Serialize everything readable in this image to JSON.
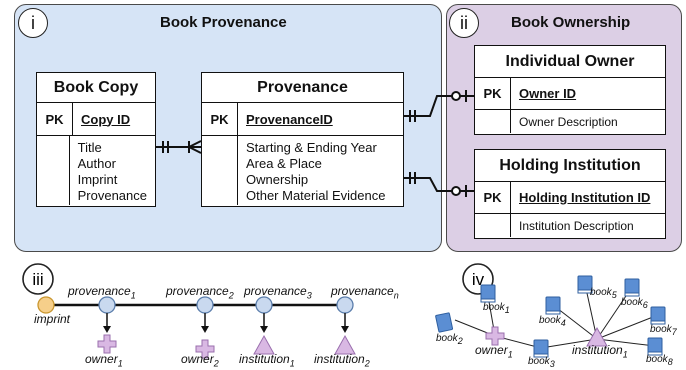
{
  "panels": {
    "provenance": {
      "badge": "i",
      "title": "Book Provenance"
    },
    "ownership": {
      "badge": "ii",
      "title": "Book Ownership"
    },
    "timeline": {
      "badge": "iii"
    },
    "graph": {
      "badge": "iv"
    }
  },
  "tables": {
    "book_copy": {
      "title": "Book Copy",
      "pk": "PK",
      "pk_field": "Copy ID",
      "attrs": [
        "Title",
        "Author",
        "Imprint",
        "Provenance"
      ]
    },
    "provenance": {
      "title": "Provenance",
      "pk": "PK",
      "pk_field": "ProvenanceID",
      "attrs": [
        "Starting & Ending Year",
        "Area & Place",
        "Ownership",
        "Other Material Evidence"
      ]
    },
    "individual_owner": {
      "title": "Individual Owner",
      "pk": "PK",
      "pk_field": "Owner ID",
      "desc": "Owner Description"
    },
    "holding_institution": {
      "title": "Holding Institution",
      "pk": "PK",
      "pk_field": "Holding Institution ID",
      "desc": "Institution Description"
    }
  },
  "timeline": {
    "imprint": "imprint",
    "provenance_labels": [
      {
        "base": "provenance",
        "sub": "1"
      },
      {
        "base": "provenance",
        "sub": "2"
      },
      {
        "base": "provenance",
        "sub": "3"
      },
      {
        "base": "provenance",
        "sub": "n"
      }
    ],
    "actor_labels": [
      {
        "base": "owner",
        "sub": "1"
      },
      {
        "base": "owner",
        "sub": "2"
      },
      {
        "base": "institution",
        "sub": "1"
      },
      {
        "base": "institution",
        "sub": "2"
      }
    ]
  },
  "graph": {
    "books": [
      {
        "base": "book",
        "sub": "1"
      },
      {
        "base": "book",
        "sub": "2"
      },
      {
        "base": "book",
        "sub": "3"
      },
      {
        "base": "book",
        "sub": "4"
      },
      {
        "base": "book",
        "sub": "5"
      },
      {
        "base": "book",
        "sub": "6"
      },
      {
        "base": "book",
        "sub": "7"
      },
      {
        "base": "book",
        "sub": "8"
      }
    ],
    "owner": {
      "base": "owner",
      "sub": "1"
    },
    "institution": {
      "base": "institution",
      "sub": "1"
    }
  },
  "colors": {
    "provenance_panel": "#d6e4f6",
    "ownership_panel": "#dccfe5",
    "node_fill": "#c9d9ef",
    "imprint_fill": "#f6cf8a",
    "owner_fill": "#c9a4d6",
    "institution_fill": "#c9a4d6",
    "book_fill": "#5b8ed3"
  }
}
